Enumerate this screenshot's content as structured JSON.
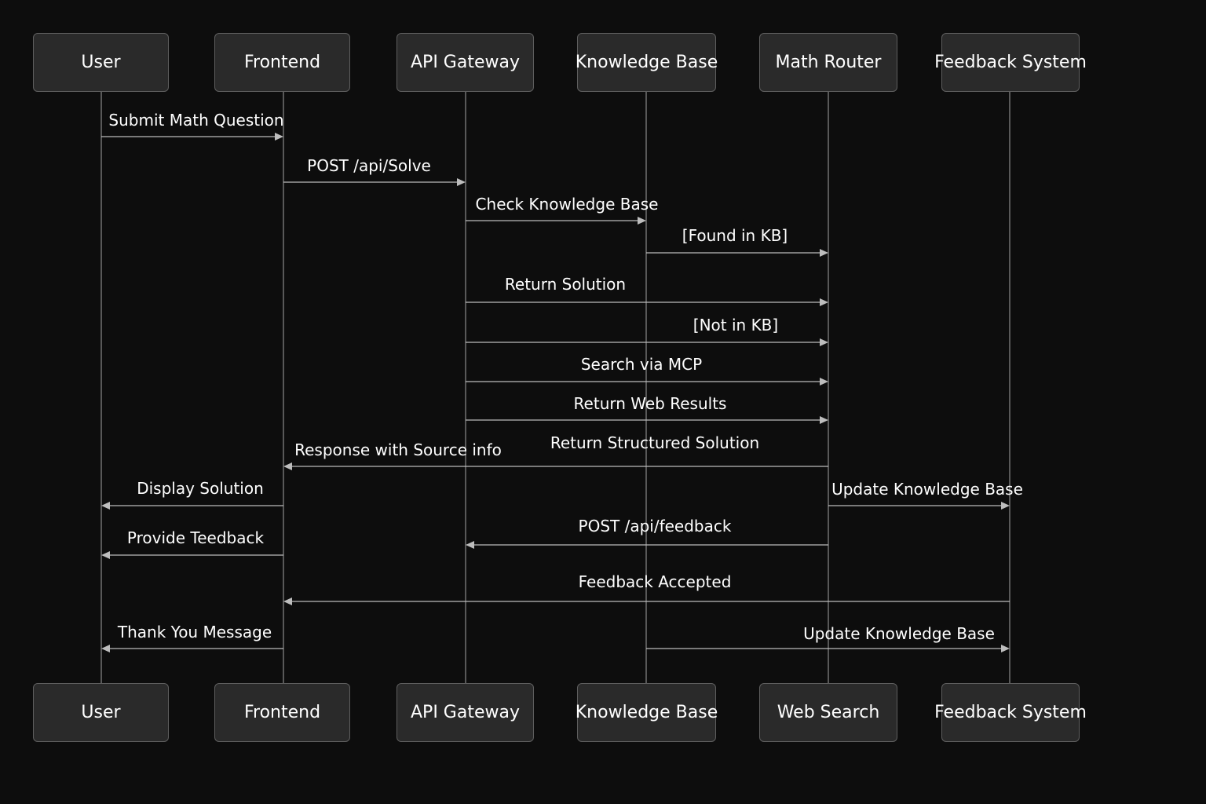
{
  "colors": {
    "background": "#0d0d0d",
    "box_fill": "#2a2a2a",
    "box_border": "#5e5e5e",
    "line": "#bdbdbd",
    "text": "#ffffff"
  },
  "actors_top": [
    "User",
    "Frontend",
    "API Gateway",
    "Knowledge Base",
    "Math Router",
    "Feedback System"
  ],
  "actors_bottom": [
    "User",
    "Frontend",
    "API Gateway",
    "Knowledge Base",
    "Web Search",
    "Feedback System"
  ],
  "messages": [
    {
      "from": 0,
      "to": 1,
      "label": "Submit Math Question"
    },
    {
      "from": 1,
      "to": 2,
      "label": "POST /api/Solve"
    },
    {
      "from": 2,
      "to": 3,
      "label": "Check Knowledge Base"
    },
    {
      "from": 3,
      "to": 4,
      "label": "[Found in KB]"
    },
    {
      "from": 2,
      "to": 4,
      "label": "Return Solution"
    },
    {
      "from": 2,
      "to": 4,
      "label": "[Not in KB]"
    },
    {
      "from": 2,
      "to": 4,
      "label": "Search via MCP"
    },
    {
      "from": 2,
      "to": 4,
      "label": "Return Web Results"
    },
    {
      "from": 4,
      "to": 1,
      "label": "Response with Source info"
    },
    {
      "from": null,
      "to": null,
      "label": "Return Structured Solution"
    },
    {
      "from": 1,
      "to": 0,
      "label": "Display Solution"
    },
    {
      "from": 4,
      "to": 5,
      "label": "Update Knowledge Base"
    },
    {
      "from": 4,
      "to": 2,
      "label": "POST /api/feedback"
    },
    {
      "from": 1,
      "to": 0,
      "label": "Provide Teedback"
    },
    {
      "from": 5,
      "to": 1,
      "label": "Feedback Accepted"
    },
    {
      "from": 1,
      "to": 0,
      "label": "Thank You Message"
    },
    {
      "from": 3,
      "to": 5,
      "label": "Update Knowledge Base"
    }
  ]
}
